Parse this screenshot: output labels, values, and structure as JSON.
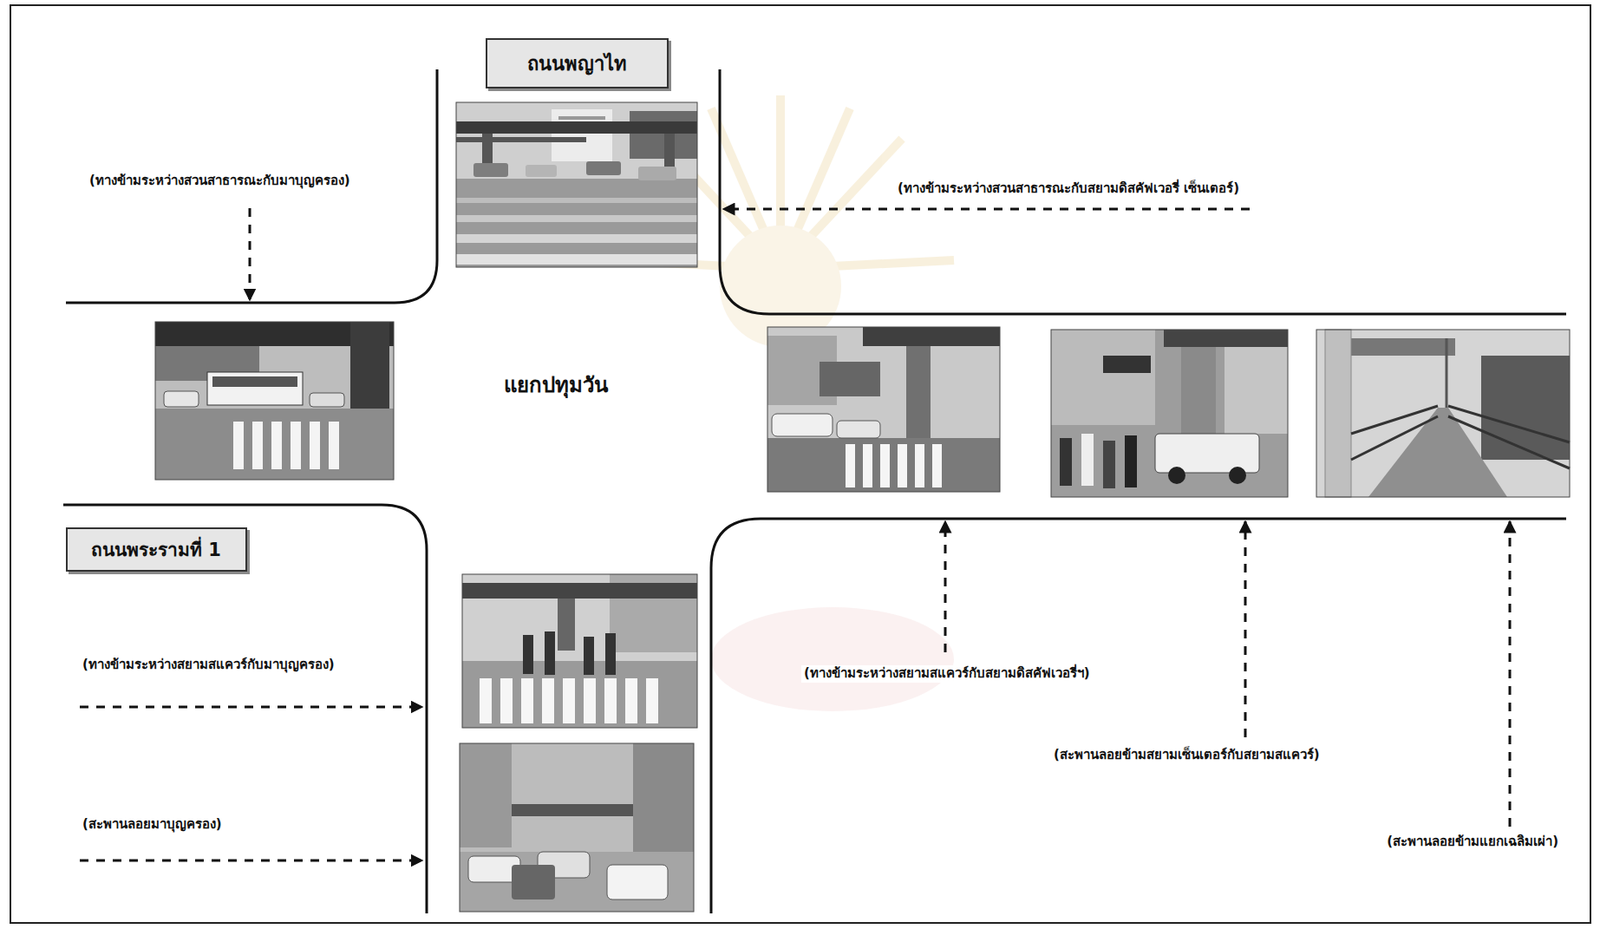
{
  "diagram": {
    "nodes": [
      {
        "text": [
          "ถนนพญาไท"
        ]
      },
      {
        "text": [
          "ถนนพระรามที่ 1"
        ]
      }
    ],
    "labels": [
      "(ทางข้ามระหว่างสวนสาธารณะกับมาบุญครอง)",
      "(ทางข้ามระหว่างสวนสาธารณะกับสยามดิสคัฟเวอรี่ เซ็นเตอร์)",
      "แยกปทุมวัน",
      "(ทางข้ามระหว่างสยามสแควร์กับมาบุญครอง)",
      "(ทางข้ามระหว่างสยามสแควร์กับสยามดิสคัฟเวอรี่ฯ)",
      "(สะพานลอยข้ามสยามเซ็นเตอร์กับสยามสแควร์)",
      "(สะพานลอยมาบุญครอง)",
      "(สะพานลอยข้ามแยกเฉลิมเผ่า)"
    ]
  }
}
